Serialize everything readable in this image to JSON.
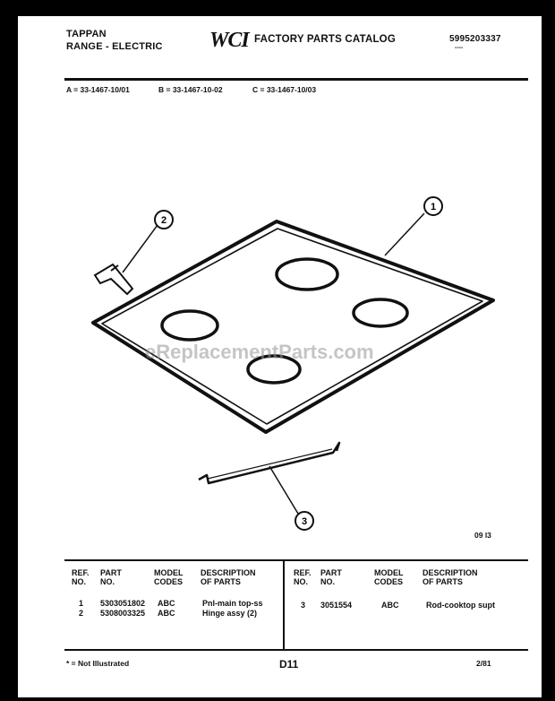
{
  "header": {
    "brand": "TAPPAN",
    "product": "RANGE - ELECTRIC",
    "logo": "WCI",
    "catalog_title": "FACTORY PARTS CATALOG",
    "catalog_number": "5995203337",
    "catalog_sub": "----"
  },
  "models": {
    "a": "A = 33-1467-10/01",
    "b": "B = 33-1467-10-02",
    "c": "C = 33-1467-10/03"
  },
  "diagram": {
    "callouts": [
      "1",
      "2",
      "3"
    ],
    "figure_code": "09 l3",
    "watermark": "eReplacementParts.com"
  },
  "table": {
    "headers": {
      "ref": [
        "REF.",
        "NO."
      ],
      "part": [
        "PART",
        "NO."
      ],
      "model": [
        "MODEL",
        "CODES"
      ],
      "desc": [
        "DESCRIPTION",
        "OF PARTS"
      ]
    },
    "left_rows": [
      {
        "ref": "1",
        "part": "5303051802",
        "model": "ABC",
        "desc": "Pnl-main top-ss"
      },
      {
        "ref": "2",
        "part": "5308003325",
        "model": "ABC",
        "desc": "Hinge assy (2)"
      }
    ],
    "right_rows": [
      {
        "ref": "3",
        "part": "3051554",
        "model": "ABC",
        "desc": "Rod-cooktop supt"
      }
    ]
  },
  "footer": {
    "note": "* = Not Illustrated",
    "page": "D11",
    "date": "2/81"
  }
}
